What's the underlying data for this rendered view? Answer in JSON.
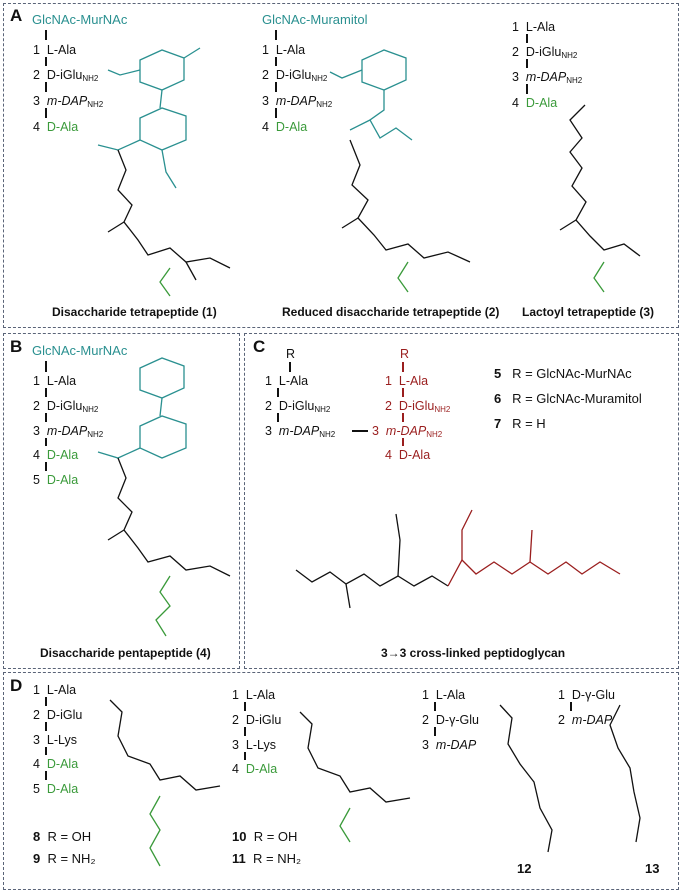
{
  "panels": {
    "A": {
      "label": "A",
      "c1": {
        "header": "GlcNAc-MurNAc",
        "caption": "Disaccharide tetrapeptide (1)"
      },
      "c2": {
        "header": "GlcNAc-Muramitol",
        "caption": "Reduced disaccharide tetrapeptide (2)"
      },
      "c3": {
        "caption": "Lactoyl tetrapeptide (3)"
      }
    },
    "B": {
      "label": "B",
      "header": "GlcNAc-MurNAc",
      "caption": "Disaccharide pentapeptide (4)"
    },
    "C": {
      "label": "C",
      "caption": "3→3  cross-linked peptidoglycan",
      "r_label": "R",
      "legend": [
        {
          "num": "5",
          "text": "R = GlcNAc-MurNAc"
        },
        {
          "num": "6",
          "text": "R = GlcNAc-Muramitol"
        },
        {
          "num": "7",
          "text": "R = H"
        }
      ]
    },
    "D": {
      "label": "D",
      "cmp8": {
        "num": "8",
        "text": "R = OH"
      },
      "cmp9": {
        "num": "9",
        "text": "R = NH₂"
      },
      "cmp10": {
        "num": "10",
        "text": "R = OH"
      },
      "cmp11": {
        "num": "11",
        "text": "R = NH₂"
      },
      "cmp12": {
        "num": "12"
      },
      "cmp13": {
        "num": "13"
      }
    }
  },
  "residues": {
    "ala": "L-Ala",
    "iglu": "D-iGlu",
    "dap": "m-DAP",
    "dala": "D-Ala",
    "lys": "L-Lys",
    "gglu": "D-γ-Glu",
    "nh2": "NH2"
  },
  "numbers": [
    "1",
    "2",
    "3",
    "4",
    "5"
  ],
  "colors": {
    "sugar": "#2a9090",
    "terminal": "#3a9a3a",
    "crosslink": "#9a1e1e",
    "border": "#5a6478"
  }
}
